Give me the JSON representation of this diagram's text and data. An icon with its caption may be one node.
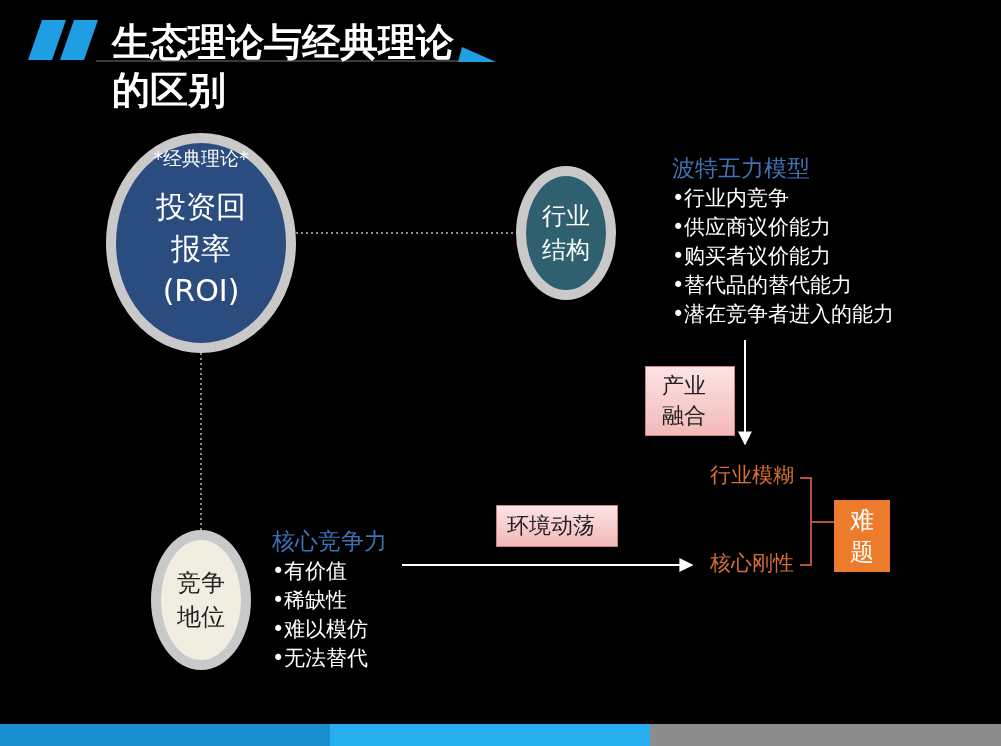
{
  "diagram": {
    "title": "生态理论与经典理论的区别",
    "nodes": [
      {
        "text": [
          "*经典理论*",
          "投资回报率(ROI)"
        ]
      },
      {
        "text": [
          "行业结构"
        ]
      },
      {
        "text": [
          "波特五力模型",
          "•行业内竞争",
          "•供应商议价能力",
          "•购买者议价能力",
          "•替代品的替代能力",
          "•潜在竞争者进入的能力"
        ]
      },
      {
        "text": [
          "行业模糊"
        ]
      },
      {
        "text": [
          "核心刚性"
        ]
      },
      {
        "text": [
          "难题"
        ]
      },
      {
        "text": [
          "竞争地位"
        ]
      },
      {
        "text": [
          "核心竞争力",
          "•有价值",
          "•稀缺性",
          "•难以模仿",
          "•无法替代"
        ]
      }
    ],
    "edges": [
      {
        "from": 0,
        "to": 1,
        "arrow": "none",
        "style": "dashed",
        "color": "#8c8c8c"
      },
      {
        "from": 0,
        "to": 6,
        "arrow": "none",
        "style": "dashed",
        "color": "#8c8c8c"
      },
      {
        "from": 2,
        "to": 3,
        "arrow": "to",
        "label": "产业融合",
        "color": "#ffffff"
      },
      {
        "from": 7,
        "to": 4,
        "arrow": "to",
        "label": "环境动荡",
        "color": "#ffffff"
      },
      {
        "from": 3,
        "to": 5,
        "arrow": "none",
        "color": "#b5503c"
      },
      {
        "from": 4,
        "to": 5,
        "arrow": "none",
        "color": "#b5503c"
      }
    ]
  }
}
